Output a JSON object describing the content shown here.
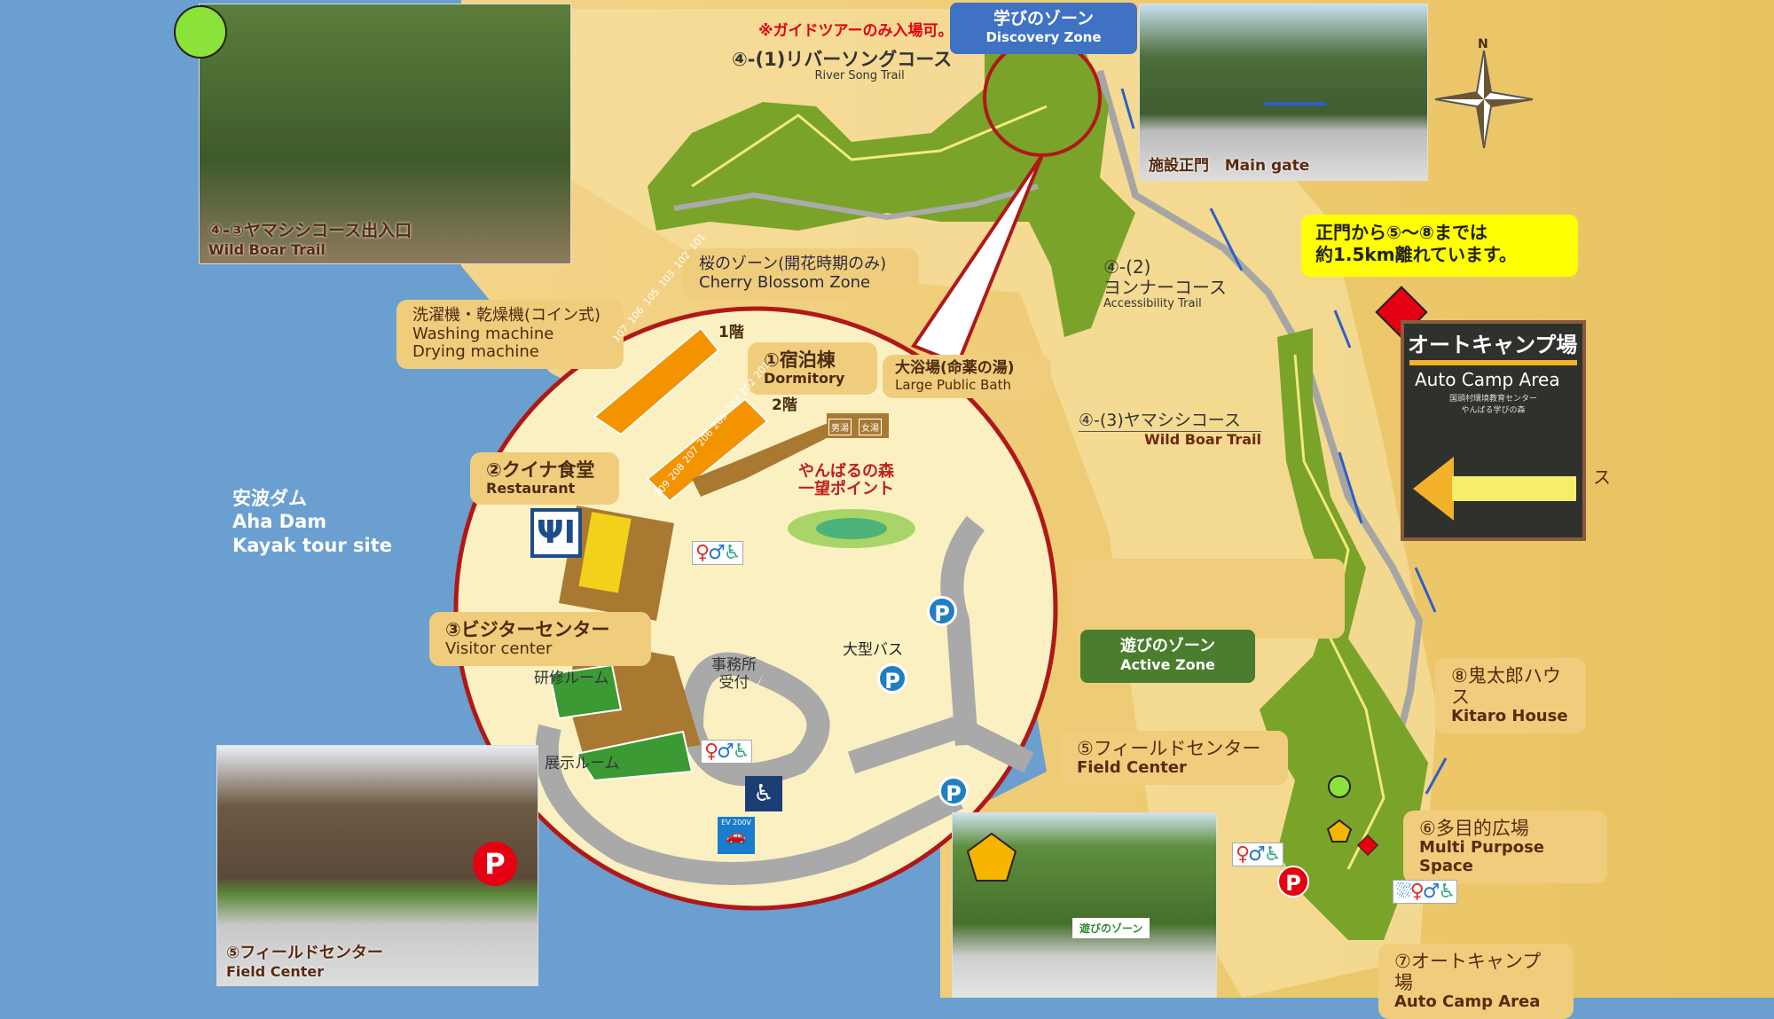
{
  "colors": {
    "sea": "#6a9fd0",
    "land": "#f0cd7c",
    "forest": "#7aa32a",
    "discovery": "#3f72c3",
    "active": "#4a7d2e",
    "note": "#ffff00",
    "marker_green": "#8be33a",
    "marker_red": "#e40012",
    "marker_yellow": "#f7b500",
    "circle_border": "#b01818"
  },
  "notice": "※ガイドツアーのみ入場可。",
  "discovery_zone": {
    "jp": "学びのゾーン",
    "en": "Discovery Zone"
  },
  "active_zone": {
    "jp": "遊びのゾーン",
    "en": "Active Zone"
  },
  "distance_note": {
    "line1": "正門から⑤～⑧までは",
    "line2": "約1.5km離れています。"
  },
  "compass": {
    "north": "N"
  },
  "trails": {
    "river_song": {
      "jp": "④-(1)リバーソングコース",
      "en": "River Song Trail"
    },
    "accessibility": {
      "jp1": "④-(2)",
      "jp2": "ヨンナーコース",
      "en": "Accessibility Trail"
    },
    "wild_boar": {
      "jp": "④-(3)ヤマシシコース",
      "en": "Wild Boar Trail"
    }
  },
  "cherry_zone": {
    "jp": "桜のゾーン(開花時期のみ)",
    "en": "Cherry Blossom Zone"
  },
  "washing": {
    "jp": "洗濯機・乾燥機(コイン式)",
    "en1": "Washing machine",
    "en2": "Drying machine"
  },
  "dormitory": {
    "jp": "①宿泊棟",
    "en": "Dormitory",
    "floor1": "1階",
    "floor2": "2階",
    "rooms1": [
      "101",
      "102",
      "103",
      "105",
      "106",
      "107"
    ],
    "rooms2": [
      "201",
      "202",
      "203",
      "205",
      "206",
      "207",
      "208",
      "209"
    ]
  },
  "bath": {
    "jp": "大浴場(命薬の湯)",
    "en": "Large Public Bath",
    "men": "男湯",
    "women": "女湯"
  },
  "restaurant": {
    "jp": "②クイナ食堂",
    "en": "Restaurant"
  },
  "visitor_center": {
    "jp": "③ビジターセンター",
    "en": "Visitor center"
  },
  "viewpoint": {
    "line1": "やんばるの森",
    "line2": "一望ポイント"
  },
  "rooms": {
    "training": "研修ルーム",
    "exhibit": "展示ルーム",
    "office1": "事務所",
    "office2": "受付"
  },
  "bus": "大型バス",
  "parking": "P",
  "ev": "EV 200V",
  "aha_dam": {
    "jp": "安波ダム",
    "en1": "Aha Dam",
    "en2": "Kayak tour site"
  },
  "photos": {
    "wild_boar_entrance": {
      "jp": "④-③ヤマシシコース出入口",
      "en": "Wild Boar Trail"
    },
    "main_gate": {
      "jp": "施設正門",
      "en": "Main gate"
    },
    "auto_camp_sign": {
      "jp": "オートキャンプ場",
      "en": "Auto Camp Area",
      "sub1": "国頭村環境教育センター",
      "sub2": "やんばる学びの森"
    },
    "field_center": {
      "jp": "⑤フィールドセンター",
      "en": "Field Center"
    },
    "active_zone_sign": "遊びのゾーン"
  },
  "field_center": {
    "jp": "⑤フィールドセンター",
    "en": "Field Center"
  },
  "multi_purpose": {
    "jp": "⑥多目的広場",
    "en": "Multi Purpose Space"
  },
  "auto_camp": {
    "jp": "⑦オートキャンプ場",
    "en": "Auto Camp Area"
  },
  "kitaro": {
    "jp": "⑧鬼太郎ハウス",
    "en": "Kitaro House"
  },
  "stray_char": "ス"
}
